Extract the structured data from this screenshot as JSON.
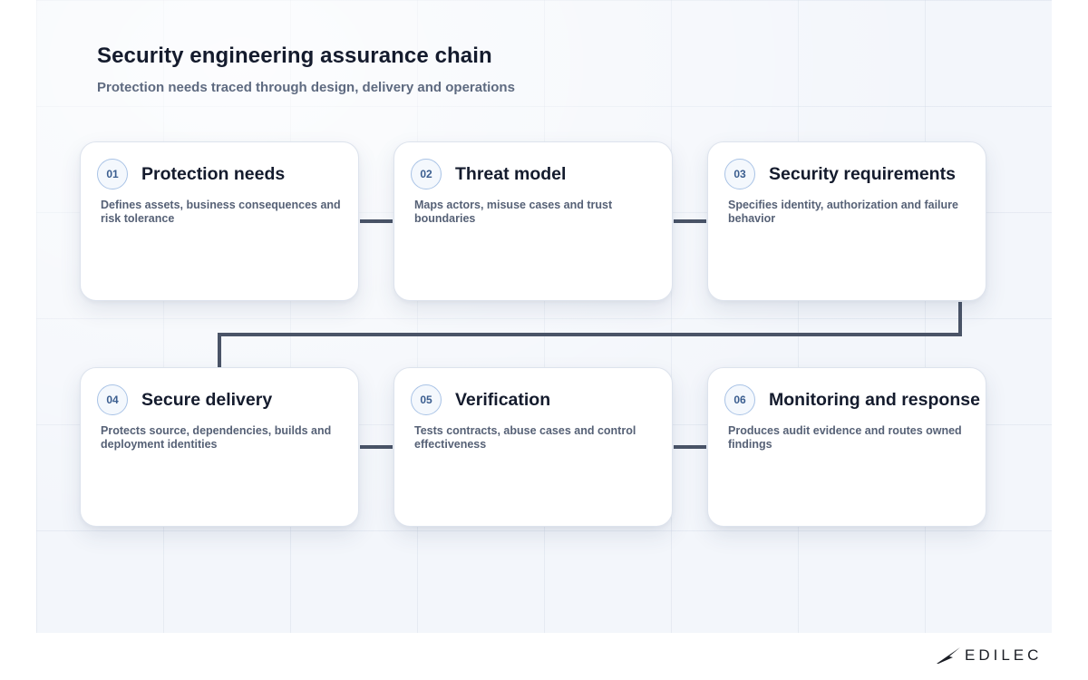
{
  "header": {
    "title": "Security engineering assurance chain",
    "subtitle": "Protection needs traced through design, delivery and operations"
  },
  "steps": [
    {
      "number": "01",
      "title": "Protection needs",
      "description": "Defines assets, business consequences and risk tolerance"
    },
    {
      "number": "02",
      "title": "Threat model",
      "description": "Maps actors, misuse cases and trust boundaries"
    },
    {
      "number": "03",
      "title": "Security requirements",
      "description": "Specifies identity, authorization and failure behavior"
    },
    {
      "number": "04",
      "title": "Secure delivery",
      "description": "Protects source, dependencies, builds and deployment identities"
    },
    {
      "number": "05",
      "title": "Verification",
      "description": "Tests contracts, abuse cases and control effectiveness"
    },
    {
      "number": "06",
      "title": "Monitoring and response",
      "description": "Produces audit evidence and routes owned findings"
    }
  ],
  "colors": {
    "connector": "#4a5467",
    "badge_border": "#a9c3e6",
    "badge_text": "#3a5d8f"
  },
  "logo": {
    "text": "EDILEC",
    "icon": "swoosh-logo-icon"
  }
}
